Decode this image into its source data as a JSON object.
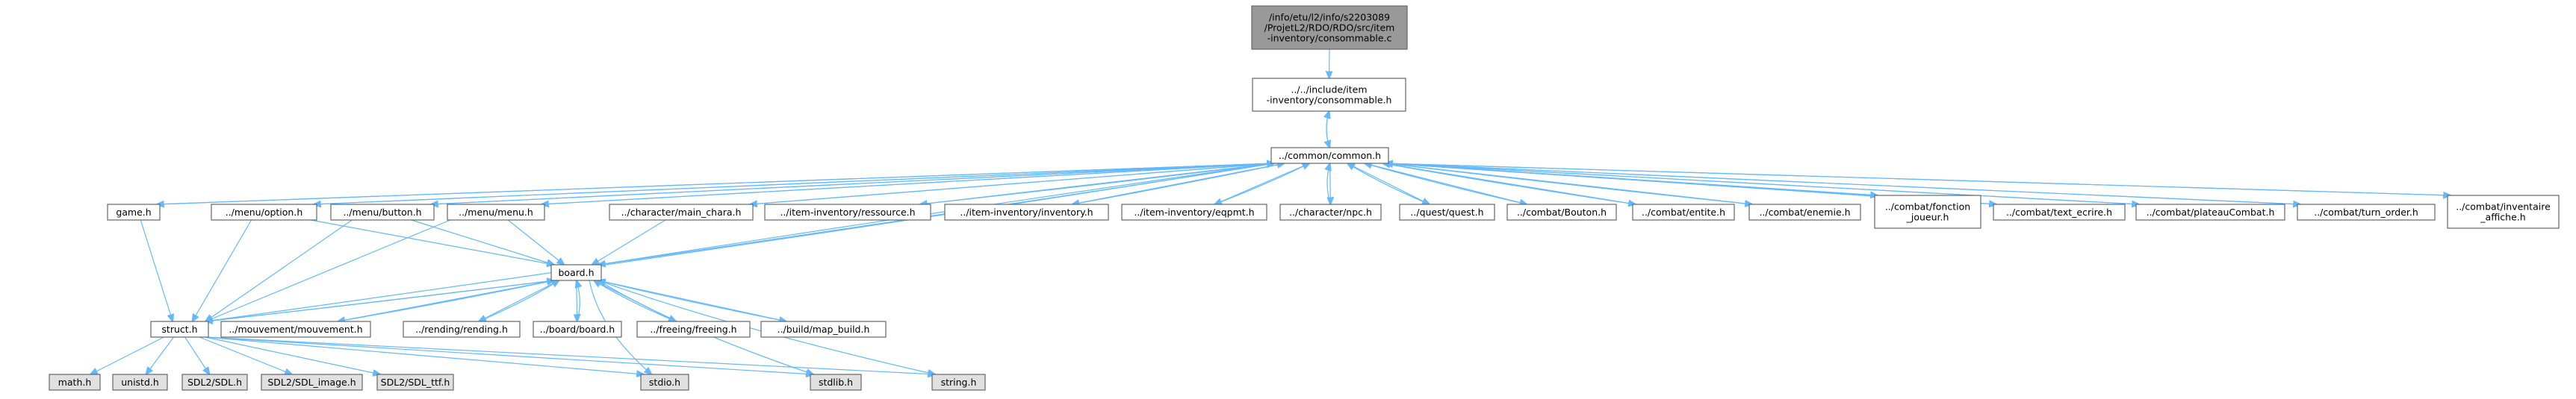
{
  "diagram": {
    "title": "",
    "colors": {
      "edge": "#63b8ff",
      "focus_fill": "#999999",
      "node_fill": "#ffffff",
      "external_fill": "#e0e0e0",
      "border": "#666666"
    },
    "nodes": [
      {
        "id": "root",
        "lines": [
          "/info/etu/l2/info/s2203089",
          "/ProjetL2/RDO/RDO/src/item",
          "-inventory/consommable.c"
        ],
        "kind": "focus"
      },
      {
        "id": "consommable_h",
        "lines": [
          "../../include/item",
          "-inventory/consommable.h"
        ],
        "kind": "file"
      },
      {
        "id": "common_h",
        "lines": [
          "../common/common.h"
        ],
        "kind": "file"
      },
      {
        "id": "game_h",
        "lines": [
          "game.h"
        ],
        "kind": "file"
      },
      {
        "id": "option_h",
        "lines": [
          "../menu/option.h"
        ],
        "kind": "file"
      },
      {
        "id": "button_h",
        "lines": [
          "../menu/button.h"
        ],
        "kind": "file"
      },
      {
        "id": "menu_h",
        "lines": [
          "../menu/menu.h"
        ],
        "kind": "file"
      },
      {
        "id": "main_chara_h",
        "lines": [
          "../character/main_chara.h"
        ],
        "kind": "file"
      },
      {
        "id": "ressource_h",
        "lines": [
          "../item-inventory/ressource.h"
        ],
        "kind": "file"
      },
      {
        "id": "inventory_h",
        "lines": [
          "../item-inventory/inventory.h"
        ],
        "kind": "file"
      },
      {
        "id": "eqpmt_h",
        "lines": [
          "../item-inventory/eqpmt.h"
        ],
        "kind": "file"
      },
      {
        "id": "npc_h",
        "lines": [
          "../character/npc.h"
        ],
        "kind": "file"
      },
      {
        "id": "quest_h",
        "lines": [
          "../quest/quest.h"
        ],
        "kind": "file"
      },
      {
        "id": "bouton_h",
        "lines": [
          "../combat/Bouton.h"
        ],
        "kind": "file"
      },
      {
        "id": "entite_h",
        "lines": [
          "../combat/entite.h"
        ],
        "kind": "file"
      },
      {
        "id": "enemie_h",
        "lines": [
          "../combat/enemie.h"
        ],
        "kind": "file"
      },
      {
        "id": "fonction_h",
        "lines": [
          "../combat/fonction",
          "_joueur.h"
        ],
        "kind": "file"
      },
      {
        "id": "text_ecrire_h",
        "lines": [
          "../combat/text_ecrire.h"
        ],
        "kind": "file"
      },
      {
        "id": "plateau_h",
        "lines": [
          "../combat/plateauCombat.h"
        ],
        "kind": "file"
      },
      {
        "id": "turn_order_h",
        "lines": [
          "../combat/turn_order.h"
        ],
        "kind": "file"
      },
      {
        "id": "inv_affiche_h",
        "lines": [
          "../combat/inventaire",
          "_affiche.h"
        ],
        "kind": "file"
      },
      {
        "id": "board_h",
        "lines": [
          "board.h"
        ],
        "kind": "file"
      },
      {
        "id": "struct_h",
        "lines": [
          "struct.h"
        ],
        "kind": "file"
      },
      {
        "id": "mouvement_h",
        "lines": [
          "../mouvement/mouvement.h"
        ],
        "kind": "file"
      },
      {
        "id": "rending_h",
        "lines": [
          "../rending/rending.h"
        ],
        "kind": "file"
      },
      {
        "id": "board_board_h",
        "lines": [
          "../board/board.h"
        ],
        "kind": "file"
      },
      {
        "id": "freeing_h",
        "lines": [
          "../freeing/freeing.h"
        ],
        "kind": "file"
      },
      {
        "id": "map_build_h",
        "lines": [
          "../build/map_build.h"
        ],
        "kind": "file"
      },
      {
        "id": "math_h",
        "lines": [
          "math.h"
        ],
        "kind": "external"
      },
      {
        "id": "unistd_h",
        "lines": [
          "unistd.h"
        ],
        "kind": "external"
      },
      {
        "id": "sdl_h",
        "lines": [
          "SDL2/SDL.h"
        ],
        "kind": "external"
      },
      {
        "id": "sdl_image_h",
        "lines": [
          "SDL2/SDL_image.h"
        ],
        "kind": "external"
      },
      {
        "id": "sdl_ttf_h",
        "lines": [
          "SDL2/SDL_ttf.h"
        ],
        "kind": "external"
      },
      {
        "id": "stdio_h",
        "lines": [
          "stdio.h"
        ],
        "kind": "external"
      },
      {
        "id": "stdlib_h",
        "lines": [
          "stdlib.h"
        ],
        "kind": "external"
      },
      {
        "id": "string_h",
        "lines": [
          "string.h"
        ],
        "kind": "external"
      }
    ]
  }
}
